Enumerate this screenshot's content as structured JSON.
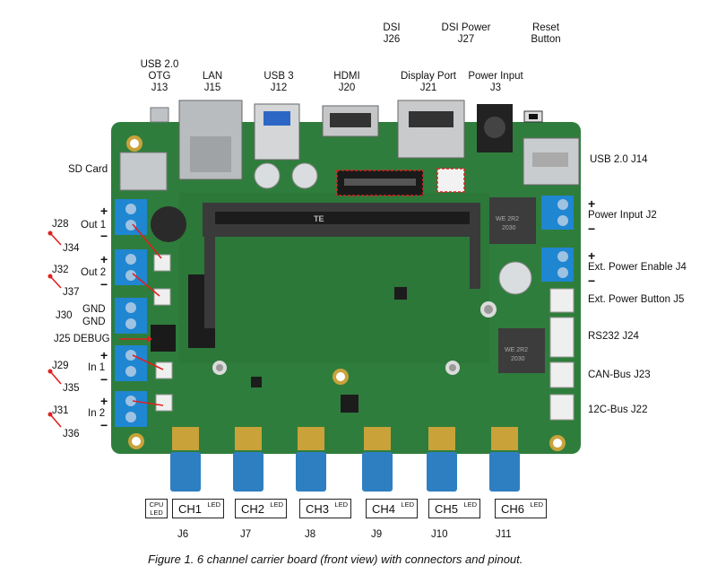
{
  "top_labels": {
    "usb_otg": [
      "USB 2.0",
      "OTG",
      "J13"
    ],
    "lan": [
      "LAN",
      "J15"
    ],
    "usb3": [
      "USB 3",
      "J12"
    ],
    "hdmi": [
      "HDMI",
      "J20"
    ],
    "dsi": [
      "DSI",
      "J26"
    ],
    "dsi_power": [
      "DSI Power",
      "J27"
    ],
    "reset": [
      "Reset",
      "Button"
    ],
    "display_port": [
      "Display Port",
      "J21"
    ],
    "power_input": [
      "Power Input",
      "J3"
    ]
  },
  "left_labels": {
    "sd_card": "SD Card",
    "out1": "Out 1",
    "out2": "Out 2",
    "gnd1": "GND",
    "gnd2": "GND",
    "in1": "In 1",
    "in2": "In 2",
    "debug": "J25 DEBUG",
    "j30": "J30",
    "plus": "+",
    "minus": "−"
  },
  "red_pairs": [
    [
      "J28",
      "J34"
    ],
    [
      "J32",
      "J37"
    ],
    [
      "J29",
      "J35"
    ],
    [
      "J31",
      "J36"
    ]
  ],
  "right_labels": {
    "usb_j14": "USB 2.0 J14",
    "power_j2": "Power Input J2",
    "ext_enable": "Ext. Power Enable J4",
    "ext_button": "Ext. Power Button J5",
    "rs232": "RS232 J24",
    "can": "CAN-Bus J23",
    "i2c": "12C-Bus J22"
  },
  "channels": {
    "cpu_led": [
      "CPU",
      "LED"
    ],
    "led_tag": "LED",
    "items": [
      {
        "ch": "CH1",
        "j": "J6"
      },
      {
        "ch": "CH2",
        "j": "J7"
      },
      {
        "ch": "CH3",
        "j": "J8"
      },
      {
        "ch": "CH4",
        "j": "J9"
      },
      {
        "ch": "CH5",
        "j": "J10"
      },
      {
        "ch": "CH6",
        "j": "J11"
      }
    ]
  },
  "board_text": {
    "connector_brand": "TE",
    "inductor_1": "WE 2R2 2030",
    "inductor_2": "WE 2R2 2030"
  },
  "caption": "Figure 1. 6 channel carrier board (front view) with connectors and pinout.",
  "colors": {
    "pcb": "#2f7d3c",
    "pcb_dark": "#246a31",
    "terminal_blue": "#1f86d1",
    "sma_blue": "#2e7fc2",
    "gold": "#c9a23a",
    "red_line": "#e02020"
  }
}
